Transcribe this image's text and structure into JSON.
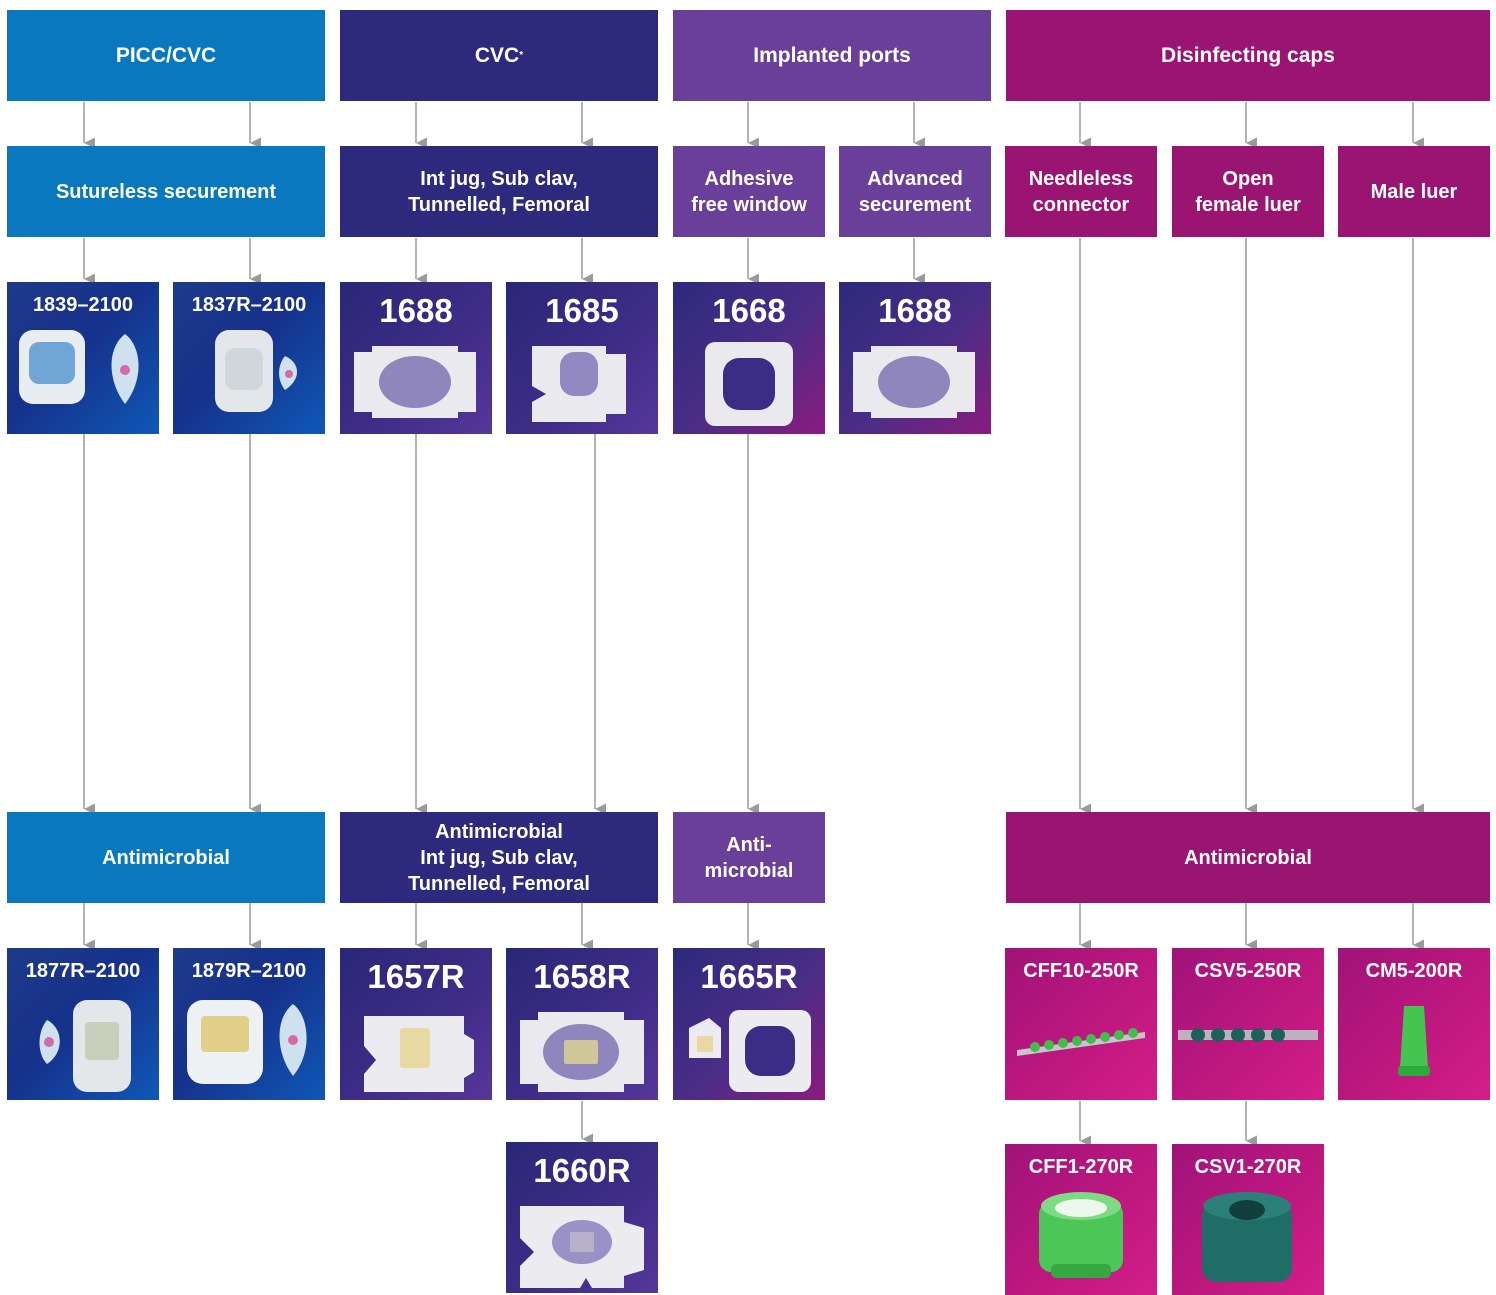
{
  "colors": {
    "picc_blue": "#0a78be",
    "cvc_navy": "#2d2a7d",
    "ports_violet": "#6a3f9a",
    "caps_magenta": "#9a1472",
    "arrow_gray": "#9a9a9a"
  },
  "headers": {
    "picc": "PICC/CVC",
    "cvc": "CVC",
    "cvc_mark": "*",
    "ports": "Implanted ports",
    "caps": "Disinfecting caps"
  },
  "subcategories": {
    "sutureless": "Sutureless securement",
    "cvc_sites": "Int jug, Sub clav,\nTunnelled, Femoral",
    "adhesive_free": "Adhesive\nfree window",
    "advanced": "Advanced\nsecurement",
    "needleless": "Needleless\nconnector",
    "open_female": "Open\nfemale luer",
    "male_luer": "Male luer"
  },
  "antimicrobial": {
    "picc": "Antimicrobial",
    "cvc": "Antimicrobial\nInt jug, Sub clav,\nTunnelled, Femoral",
    "ports": "Anti-\nmicrobial",
    "caps": "Antimicrobial"
  },
  "products": {
    "p1839": "1839–2100",
    "p1837r": "1837R–2100",
    "p1688a": "1688",
    "p1685": "1685",
    "p1668": "1668",
    "p1688b": "1688",
    "p1877r": "1877R–2100",
    "p1879r": "1879R–2100",
    "p1657r": "1657R",
    "p1658r": "1658R",
    "p1665r": "1665R",
    "p1660r": "1660R",
    "cff10": "CFF10-250R",
    "csv5": "CSV5-250R",
    "cm5": "CM5-200R",
    "cff1": "CFF1-270R",
    "csv1": "CSV1-270R"
  }
}
